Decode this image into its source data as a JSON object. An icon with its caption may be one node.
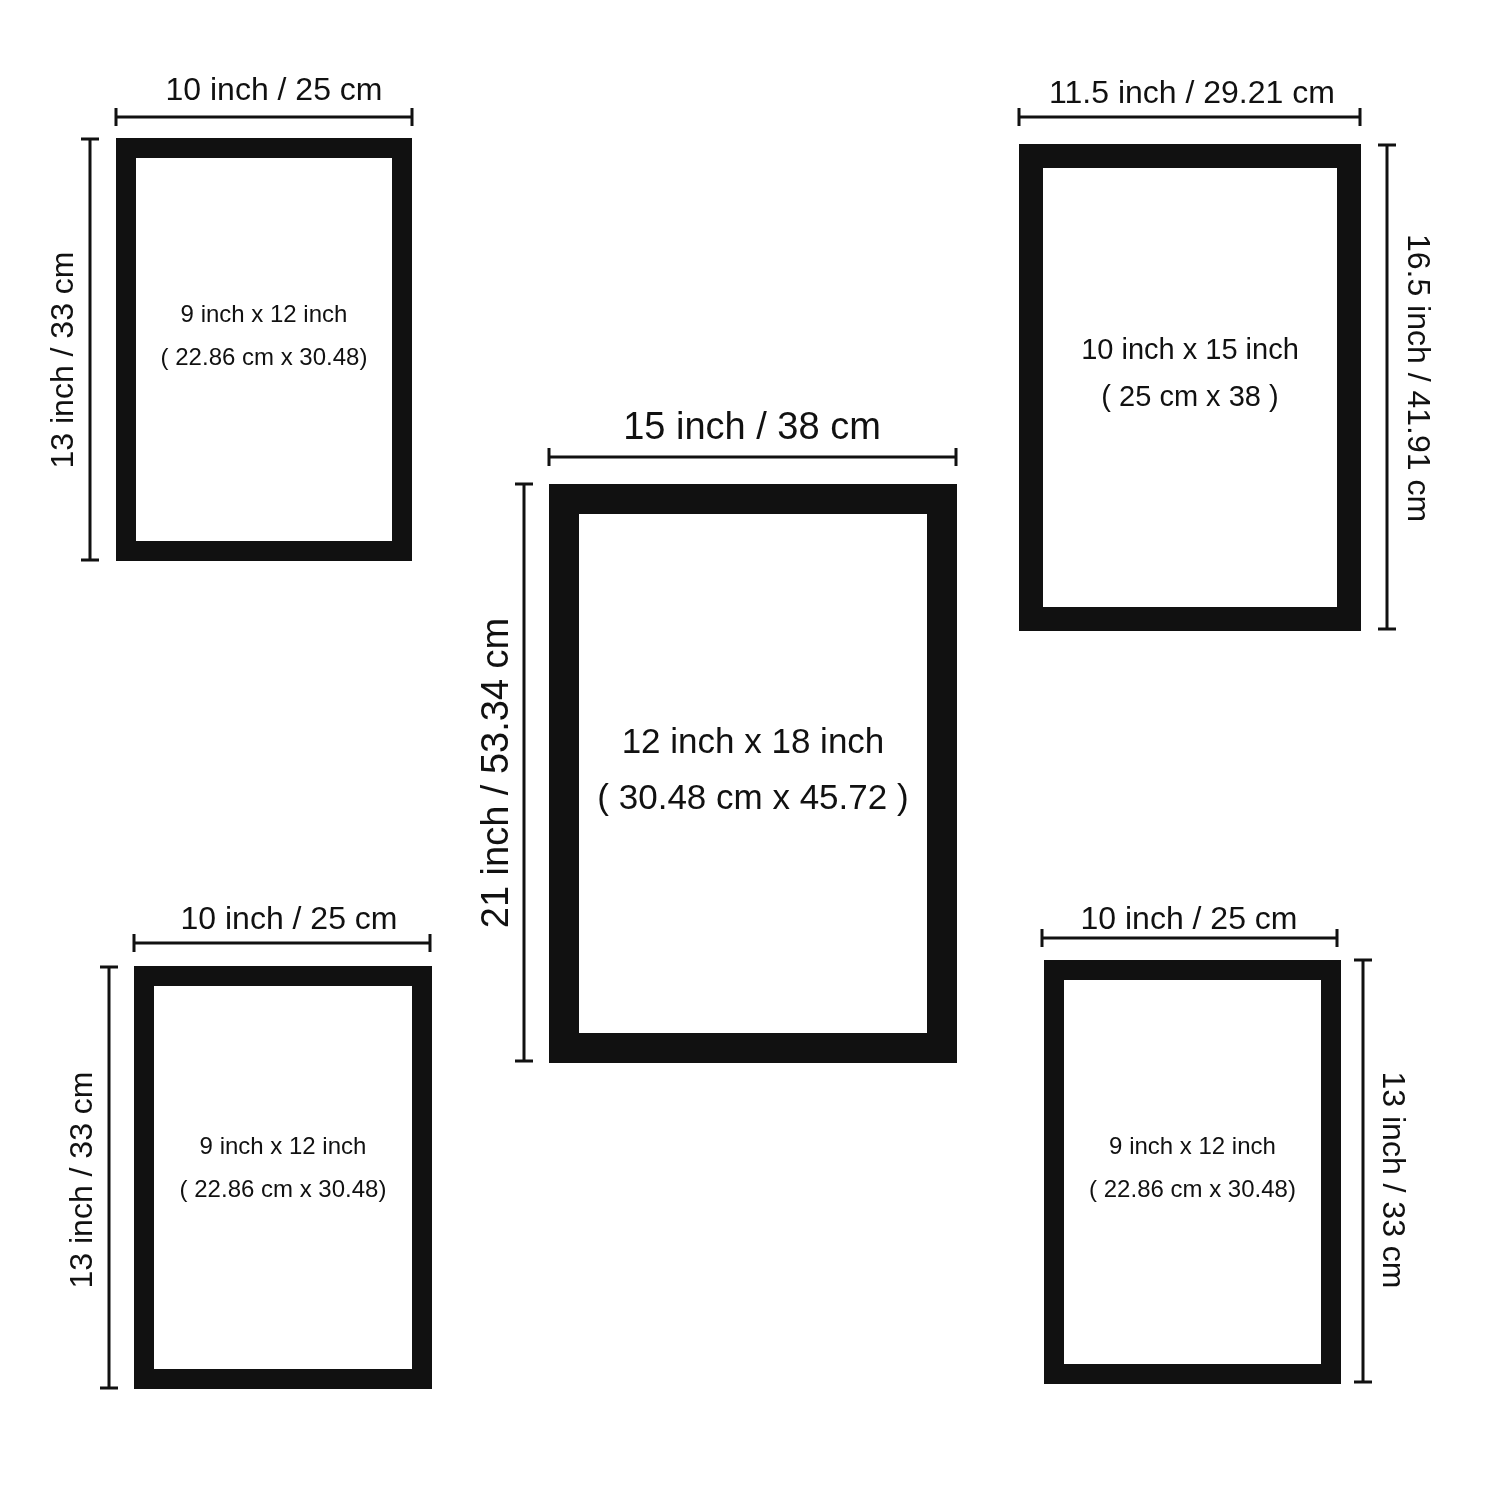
{
  "diagram": {
    "nodes": [
      {
        "text": [
          "9 inch x 12 inch",
          "( 22.86 cm x 30.48)"
        ]
      },
      {
        "text": [
          "10 inch x 15 inch",
          "( 25 cm x 38 )"
        ]
      },
      {
        "text": [
          "12 inch x 18 inch",
          "( 30.48 cm x 45.72 )"
        ]
      },
      {
        "text": [
          "9 inch x 12 inch",
          "( 22.86 cm x 30.48)"
        ]
      },
      {
        "text": [
          "9 inch x 12 inch",
          "( 22.86 cm x 30.48)"
        ]
      }
    ],
    "labels": [
      "10 inch / 25 cm",
      "11.5 inch / 29.21 cm",
      "13 inch / 33 cm",
      "16.5 inch / 41.91 cm",
      "15 inch / 38 cm",
      "21 inch / 53.34 cm",
      "10 inch / 25 cm",
      "10 inch / 25 cm",
      "13 inch / 33 cm",
      "13 inch / 33 cm"
    ]
  }
}
